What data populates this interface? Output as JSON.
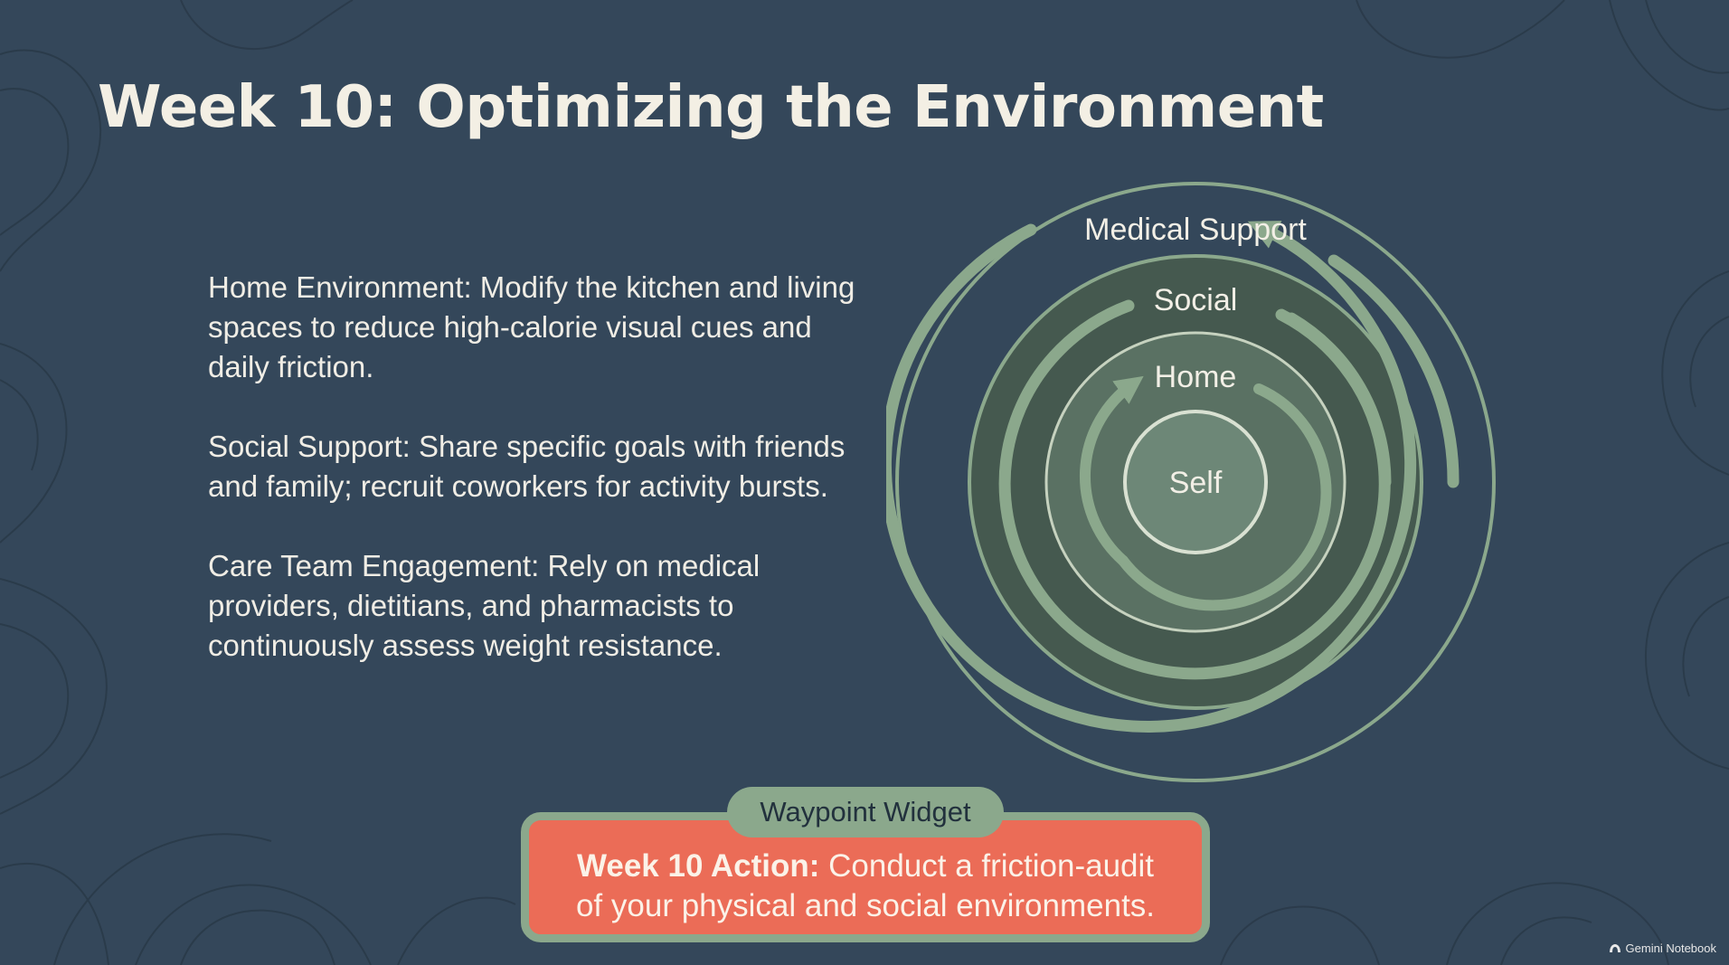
{
  "title": "Week 10: Optimizing the Environment",
  "bullets": [
    "Home Environment: Modify the kitchen and living spaces to reduce high-calorie visual cues and daily friction.",
    "Social Support: Share specific goals with friends and family; recruit coworkers for activity bursts.",
    "Care Team Engagement: Rely on medical providers, dietitians, and pharmacists to continuously assess weight resistance."
  ],
  "diagram": {
    "rings": [
      "Medical Support",
      "Social",
      "Home",
      "Self"
    ]
  },
  "widget": {
    "tab_label": "Waypoint Widget",
    "action_label": "Week 10 Action:",
    "action_text": "Conduct a friction-audit of your physical and social environments."
  },
  "brand": {
    "label": "Gemini Notebook",
    "icon": "gemini-notebook-icon"
  },
  "colors": {
    "background": "#34475a",
    "ring_green": "#8ba88c",
    "widget_orange": "#eb6c57",
    "title_text": "#f3efe4"
  }
}
